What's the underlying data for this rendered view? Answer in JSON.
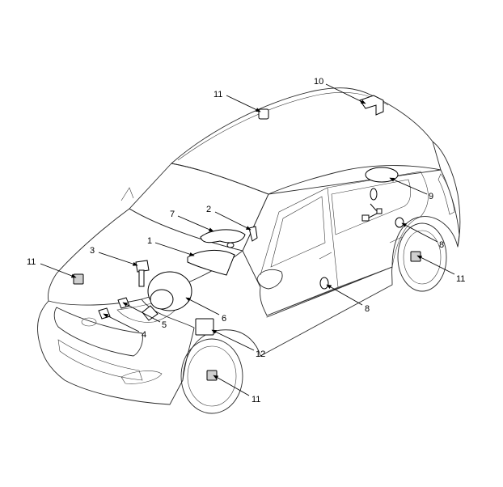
{
  "callouts": [
    {
      "id": "c10",
      "label": "10"
    },
    {
      "id": "c11a",
      "label": "11"
    },
    {
      "id": "c9",
      "label": "9"
    },
    {
      "id": "c2",
      "label": "2"
    },
    {
      "id": "c7",
      "label": "7"
    },
    {
      "id": "c8a",
      "label": "8"
    },
    {
      "id": "c1",
      "label": "1"
    },
    {
      "id": "c3",
      "label": "3"
    },
    {
      "id": "c11b",
      "label": "11"
    },
    {
      "id": "c11c",
      "label": "11"
    },
    {
      "id": "c6",
      "label": "6"
    },
    {
      "id": "c8b",
      "label": "8"
    },
    {
      "id": "c5",
      "label": "5"
    },
    {
      "id": "c4",
      "label": "4"
    },
    {
      "id": "c12",
      "label": "12"
    },
    {
      "id": "c11d",
      "label": "11"
    }
  ]
}
